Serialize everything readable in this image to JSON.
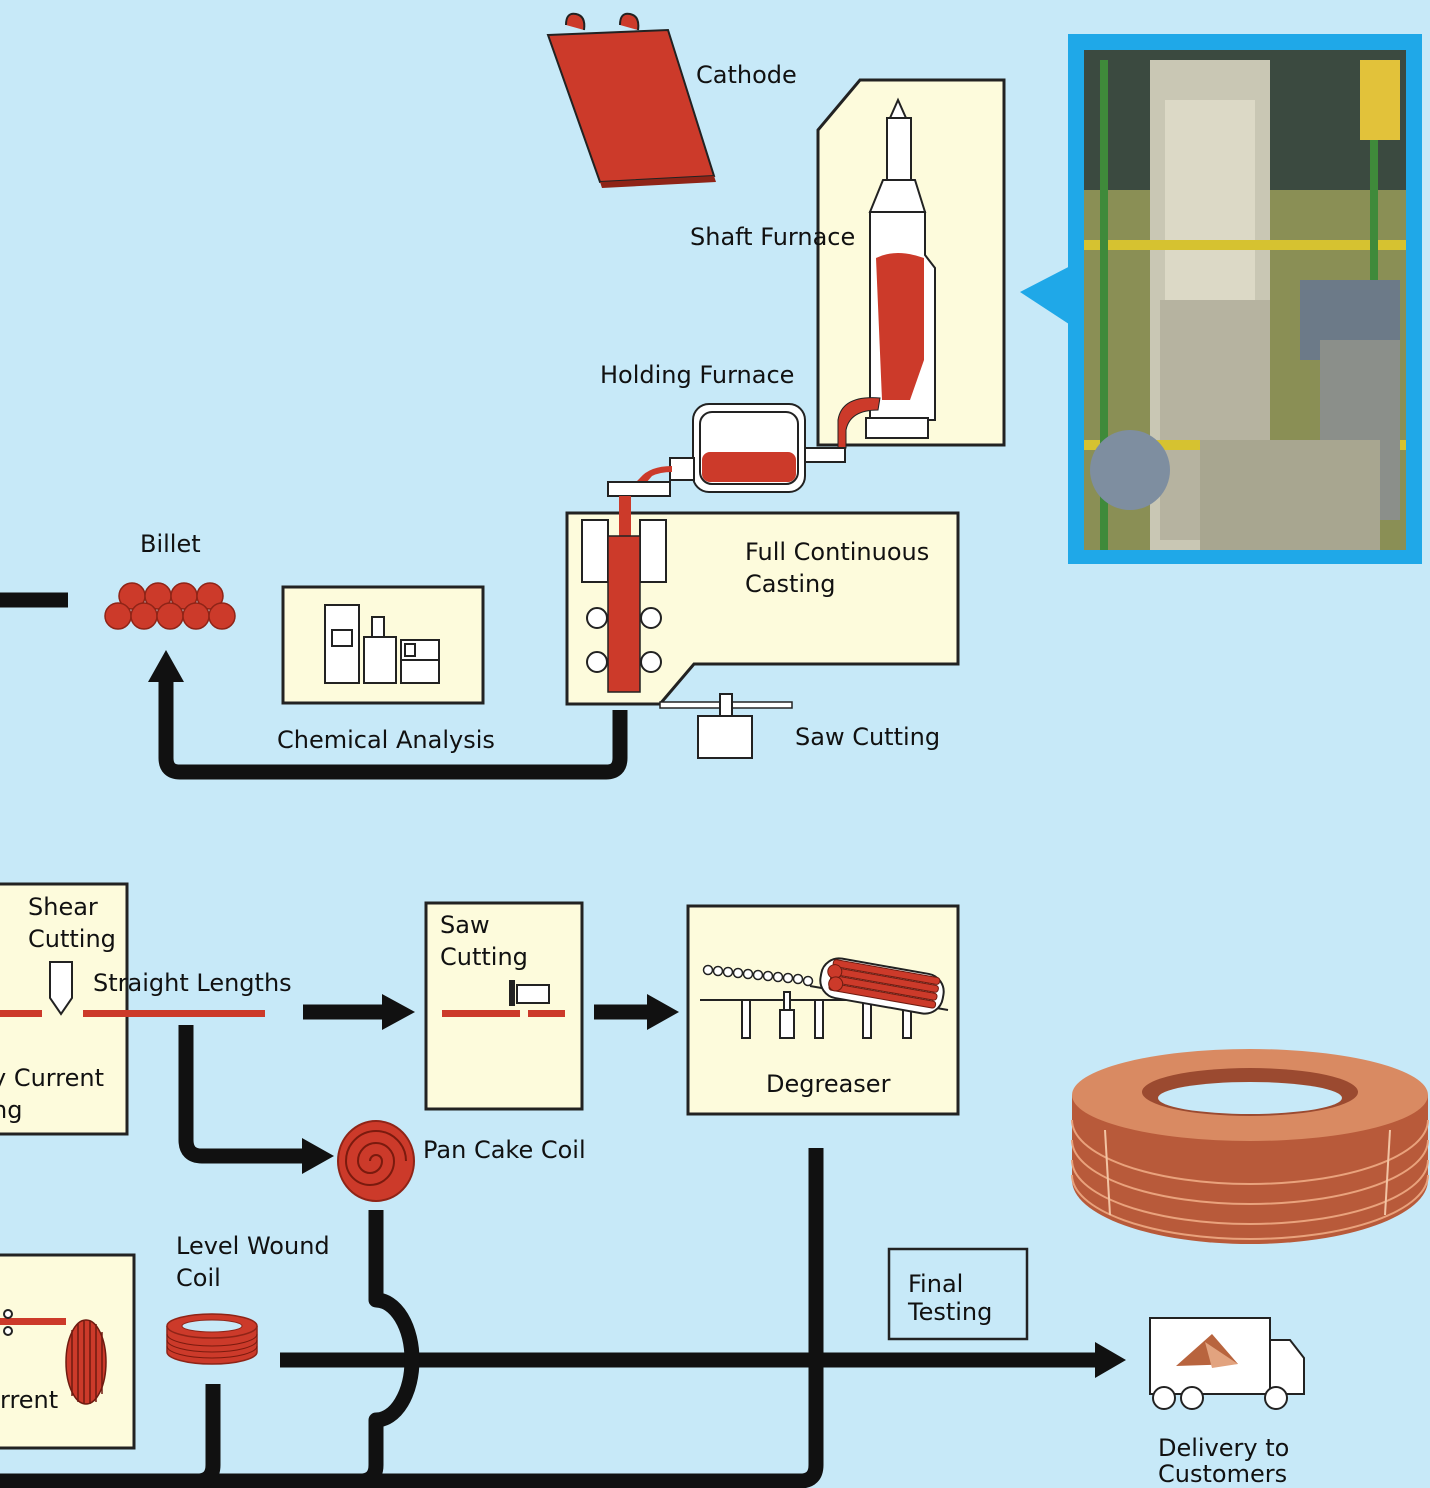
{
  "labels": {
    "cathode": "Cathode",
    "shaft_furnace": "Shaft Furnace",
    "holding_furnace": "Holding Furnace",
    "full_continuous_1": "Full Continuous",
    "full_continuous_2": "Casting",
    "billet": "Billet",
    "chemical_analysis": "Chemical Analysis",
    "saw_cutting_top": "Saw Cutting",
    "shear_1": "Shear",
    "shear_2": "Cutting",
    "straight_lengths": "Straight Lengths",
    "eddy_1": "y Current",
    "eddy_2": "ng",
    "saw_cutting_box_1": "Saw",
    "saw_cutting_box_2": "Cutting",
    "degreaser": "Degreaser",
    "pan_cake_coil": "Pan Cake Coil",
    "level_wound_1": "Level Wound",
    "level_wound_2": "Coil",
    "rrent": "rrent",
    "final_testing_1": "Final",
    "final_testing_2": "Testing",
    "delivery_1": "Delivery to",
    "delivery_2": "Customers"
  },
  "colors": {
    "background": "#c7e9f8",
    "panel": "#fdfbdc",
    "copper_red": "#cc3a2a",
    "accent_blue": "#1fa8e8",
    "flow_line": "#111111"
  },
  "icons": [
    "cathode-plate",
    "shaft-furnace",
    "holding-furnace",
    "casting-machine",
    "billet-stack",
    "analysis-equipment",
    "saw",
    "shear-blade",
    "degreaser-tank",
    "pan-cake-coil",
    "level-wound-coil",
    "delivery-truck",
    "copper-coil-photo",
    "furnace-photo"
  ]
}
